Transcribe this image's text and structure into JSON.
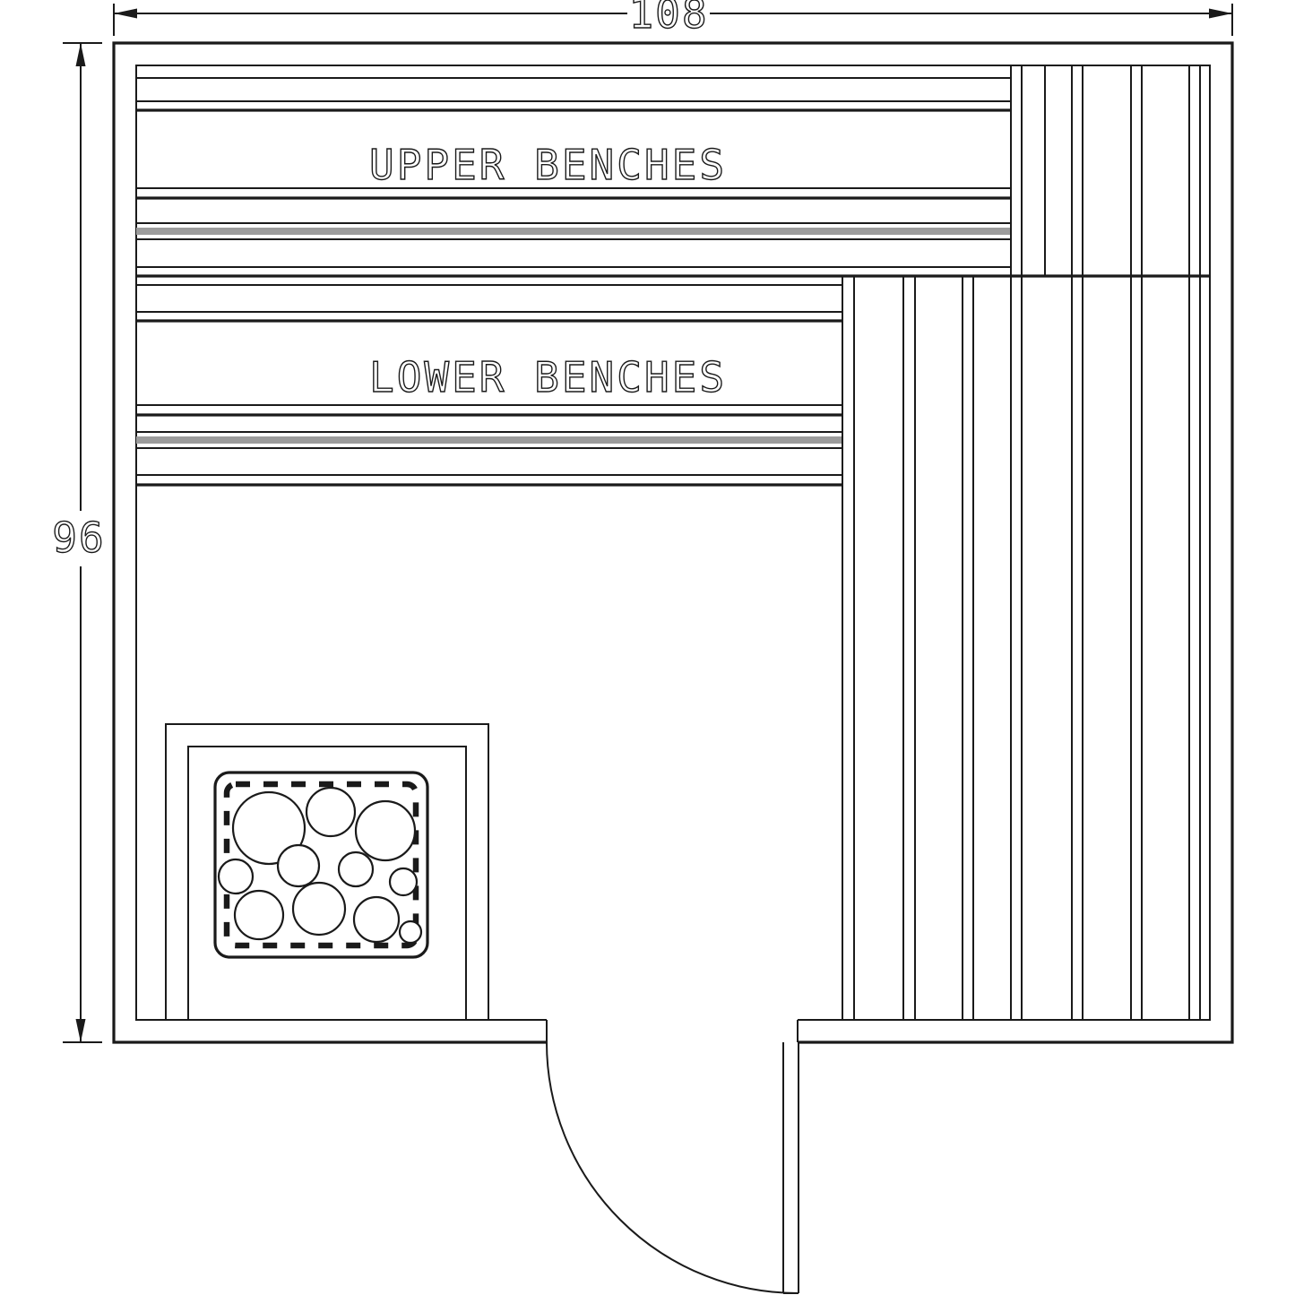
{
  "dimensions": {
    "width": "108",
    "height": "96"
  },
  "labels": {
    "upper_benches": "UPPER BENCHES",
    "lower_benches": "LOWER BENCHES"
  },
  "colors": {
    "line": "#1a1a1a",
    "accent_grey": "#9c9c9c",
    "background": "#ffffff"
  }
}
